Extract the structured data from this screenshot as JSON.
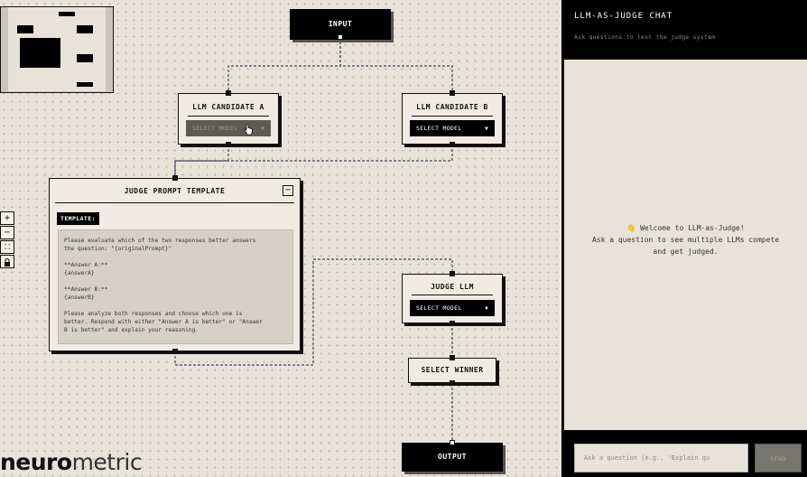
{
  "brand": {
    "logo_bold": "neuro",
    "logo_light": "metric"
  },
  "canvas_controls": {
    "zoom_in": "+",
    "zoom_out": "−",
    "fit": "⛶",
    "lock": "🔒"
  },
  "nodes": {
    "input": {
      "title": "INPUT"
    },
    "candidate_a": {
      "title": "LLM CANDIDATE A",
      "select_value": "SELECT MODEL",
      "disabled": true
    },
    "candidate_b": {
      "title": "LLM CANDIDATE B",
      "select_value": "SELECT MODEL"
    },
    "judge_prompt": {
      "title": "JUDGE PROMPT TEMPLATE",
      "collapse_label": "−",
      "template_label": "TEMPLATE:",
      "template_text": "Please evaluate which of the two responses better answers\nthe question: \"{originalPrompt}\"\n\n**Answer A:**\n{answerA}\n\n**Answer B:**\n{answerB}\n\nPlease analyze both responses and choose which one is\nbetter. Respond with either \"Answer A is better\" or \"Answer\nB is better\" and explain your reasoning."
    },
    "judge_llm": {
      "title": "JUDGE LLM",
      "select_value": "SELECT MODEL"
    },
    "select_winner": {
      "title": "SELECT WINNER"
    },
    "output": {
      "title": "OUTPUT"
    }
  },
  "chat": {
    "title": "LLM-AS-JUDGE CHAT",
    "subtitle": "Ask questions to test the judge system",
    "welcome_emoji": "👋",
    "welcome_line1": "Welcome to LLM-as-Judge!",
    "welcome_line2": "Ask a question to see multiple LLMs compete",
    "welcome_line3": "and get judged.",
    "input_placeholder": "Ask a question (e.g., 'Explain qu",
    "send_label": "SEND"
  },
  "colors": {
    "canvas_bg": "#e8e3d8",
    "node_dark": "#000000",
    "edge": "#5a6070"
  }
}
